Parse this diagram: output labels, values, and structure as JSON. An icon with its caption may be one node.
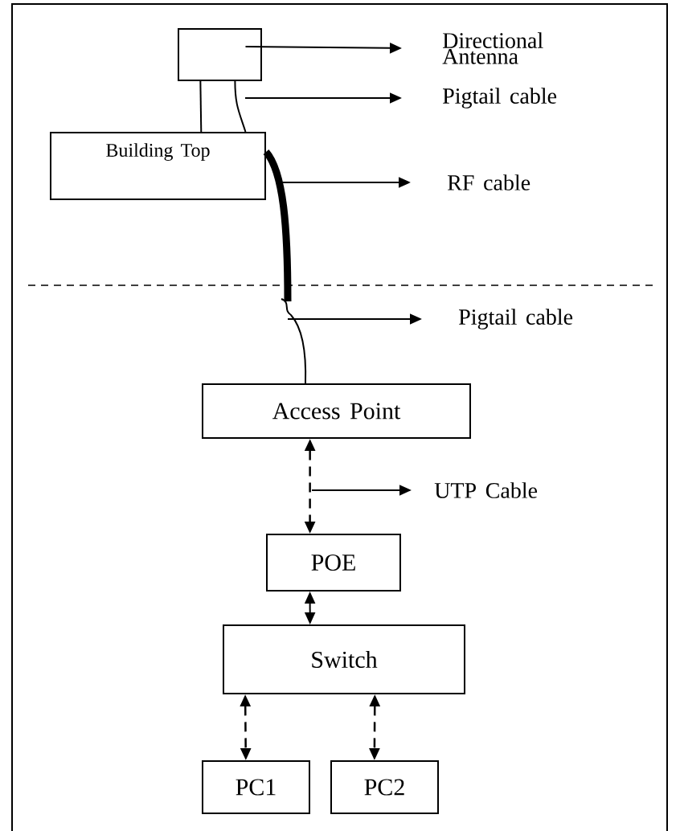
{
  "diagram": {
    "nodes": [
      {
        "text": [],
        "shape": "box"
      },
      {
        "text": [
          "Directional Antenna"
        ]
      },
      {
        "text": [
          "Pigtail cable"
        ]
      },
      {
        "text": [
          "Building Top"
        ]
      },
      {
        "text": [
          "RF cable"
        ]
      },
      {
        "text": [
          "Pigtail cable"
        ]
      },
      {
        "text": [
          "Access Point"
        ]
      },
      {
        "text": [
          "UTP Cable"
        ]
      },
      {
        "text": [
          "POE"
        ]
      },
      {
        "text": [
          "Switch"
        ]
      },
      {
        "text": [
          "PC1"
        ]
      },
      {
        "text": [
          "PC2"
        ]
      }
    ],
    "edges": [
      {
        "from": 0,
        "to": 1,
        "arrow": "to"
      },
      {
        "from": 0,
        "to": 3,
        "arrow": "none"
      },
      {
        "from": 0,
        "to": 3,
        "arrow": "none"
      },
      {
        "from": null,
        "to": 2,
        "arrow": "to"
      },
      {
        "from": 3,
        "to": null,
        "arrow": "none",
        "style": "thick"
      },
      {
        "from": null,
        "to": 4,
        "arrow": "to"
      },
      {
        "from": null,
        "to": 6,
        "arrow": "none"
      },
      {
        "from": null,
        "to": 5,
        "arrow": "to"
      },
      {
        "from": 6,
        "to": 8,
        "arrow": "both",
        "style": "dashed"
      },
      {
        "from": null,
        "to": 7,
        "arrow": "to"
      },
      {
        "from": 8,
        "to": 9,
        "arrow": "both"
      },
      {
        "from": 9,
        "to": 10,
        "arrow": "both",
        "style": "dashed"
      },
      {
        "from": 9,
        "to": 11,
        "arrow": "both",
        "style": "dashed"
      }
    ]
  }
}
